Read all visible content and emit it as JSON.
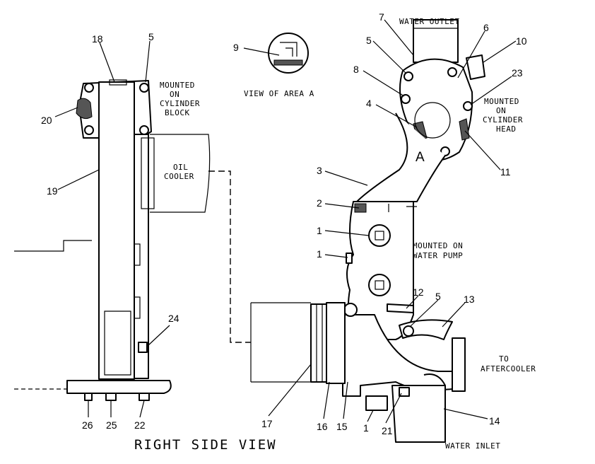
{
  "labels": {
    "water_outlet": "WATER OUTLET",
    "view_area_a": "VIEW OF AREA A",
    "mounted_cyl_block": [
      "MOUNTED",
      "ON",
      "CYLINDER",
      "BLOCK"
    ],
    "mounted_cyl_head": [
      "MOUNTED",
      "ON",
      "CYLINDER",
      "HEAD"
    ],
    "oil_cooler": [
      "OIL",
      "COOLER"
    ],
    "mounted_water_pump": [
      "MOUNTED ON",
      "WATER PUMP"
    ],
    "to_aftercooler": [
      "TO",
      "AFTERCOOLER"
    ],
    "water_inlet": "WATER INLET",
    "area_letter": "A",
    "view_title": "RIGHT SIDE VIEW"
  },
  "callouts": [
    {
      "id": "c7",
      "text": "7"
    },
    {
      "id": "c6",
      "text": "6"
    },
    {
      "id": "c10",
      "text": "10"
    },
    {
      "id": "c5a",
      "text": "5"
    },
    {
      "id": "c8",
      "text": "8"
    },
    {
      "id": "c23",
      "text": "23"
    },
    {
      "id": "c4",
      "text": "4"
    },
    {
      "id": "c11",
      "text": "11"
    },
    {
      "id": "c3",
      "text": "3"
    },
    {
      "id": "c2",
      "text": "2"
    },
    {
      "id": "c1a",
      "text": "1"
    },
    {
      "id": "c1b",
      "text": "1"
    },
    {
      "id": "c12",
      "text": "12"
    },
    {
      "id": "c5b",
      "text": "5"
    },
    {
      "id": "c13",
      "text": "13"
    },
    {
      "id": "c14",
      "text": "14"
    },
    {
      "id": "c17",
      "text": "17"
    },
    {
      "id": "c16",
      "text": "16"
    },
    {
      "id": "c15",
      "text": "15"
    },
    {
      "id": "c1c",
      "text": "1"
    },
    {
      "id": "c21",
      "text": "21"
    },
    {
      "id": "c9",
      "text": "9"
    },
    {
      "id": "c18",
      "text": "18"
    },
    {
      "id": "c5c",
      "text": "5"
    },
    {
      "id": "c20",
      "text": "20"
    },
    {
      "id": "c19",
      "text": "19"
    },
    {
      "id": "c24",
      "text": "24"
    },
    {
      "id": "c26",
      "text": "26"
    },
    {
      "id": "c25",
      "text": "25"
    },
    {
      "id": "c22",
      "text": "22"
    }
  ]
}
